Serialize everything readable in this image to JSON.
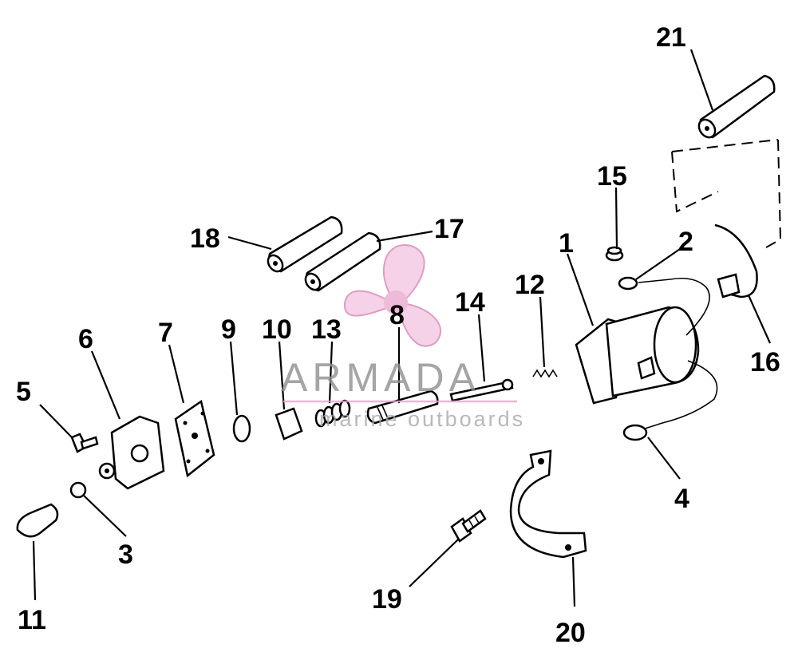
{
  "callouts": [
    "1",
    "2",
    "3",
    "4",
    "5",
    "6",
    "7",
    "8",
    "9",
    "10",
    "11",
    "12",
    "13",
    "14",
    "15",
    "16",
    "17",
    "18",
    "19",
    "20",
    "21"
  ],
  "watermark": {
    "title": "ARMADA",
    "subtitle": "marine outboards",
    "color": "#e7a3cc"
  }
}
